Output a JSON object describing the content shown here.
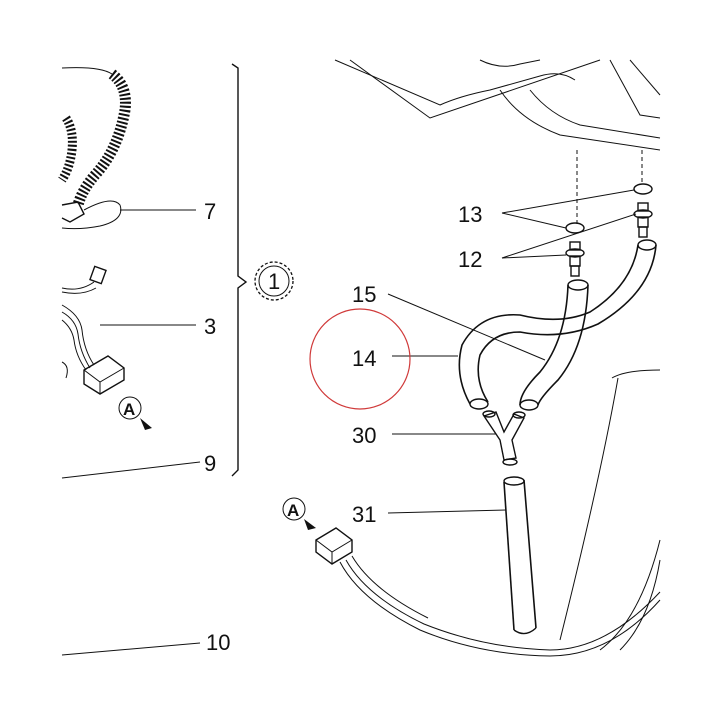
{
  "callouts": {
    "c7": "7",
    "c3": "3",
    "c9": "9",
    "c10": "10",
    "c13": "13",
    "c12": "12",
    "c15": "15",
    "c14": "14",
    "c30": "30",
    "c31": "31",
    "group": "1"
  },
  "connector_marks": {
    "a1": "A",
    "a2": "A"
  },
  "highlight_color": "#d03a3a"
}
